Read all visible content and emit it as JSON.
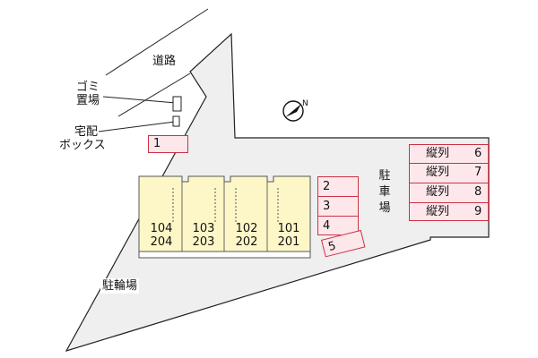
{
  "map": {
    "road_label": "道路",
    "garbage_label_line1": "ゴミ",
    "garbage_label_line2": "置場",
    "delivery_label_line1": "宅配",
    "delivery_label_line2": "ボックス",
    "parking_label": "駐車場",
    "bicycle_label": "駐輪場",
    "north_icon": "compass-north-icon",
    "parking_spaces": [
      "1",
      "2",
      "3",
      "4",
      "5"
    ],
    "parallel_spaces": [
      {
        "label": "縦列",
        "number": "6"
      },
      {
        "label": "縦列",
        "number": "7"
      },
      {
        "label": "縦列",
        "number": "8"
      },
      {
        "label": "縦列",
        "number": "9"
      }
    ],
    "units": [
      {
        "upper": "104",
        "lower": "204"
      },
      {
        "upper": "103",
        "lower": "203"
      },
      {
        "upper": "102",
        "lower": "202"
      },
      {
        "upper": "101",
        "lower": "201"
      }
    ],
    "colors": {
      "lot": "#efefef",
      "building": "#fdf7c7",
      "parking_fill": "#fde7ea",
      "parking_border": "#cc3344"
    }
  }
}
